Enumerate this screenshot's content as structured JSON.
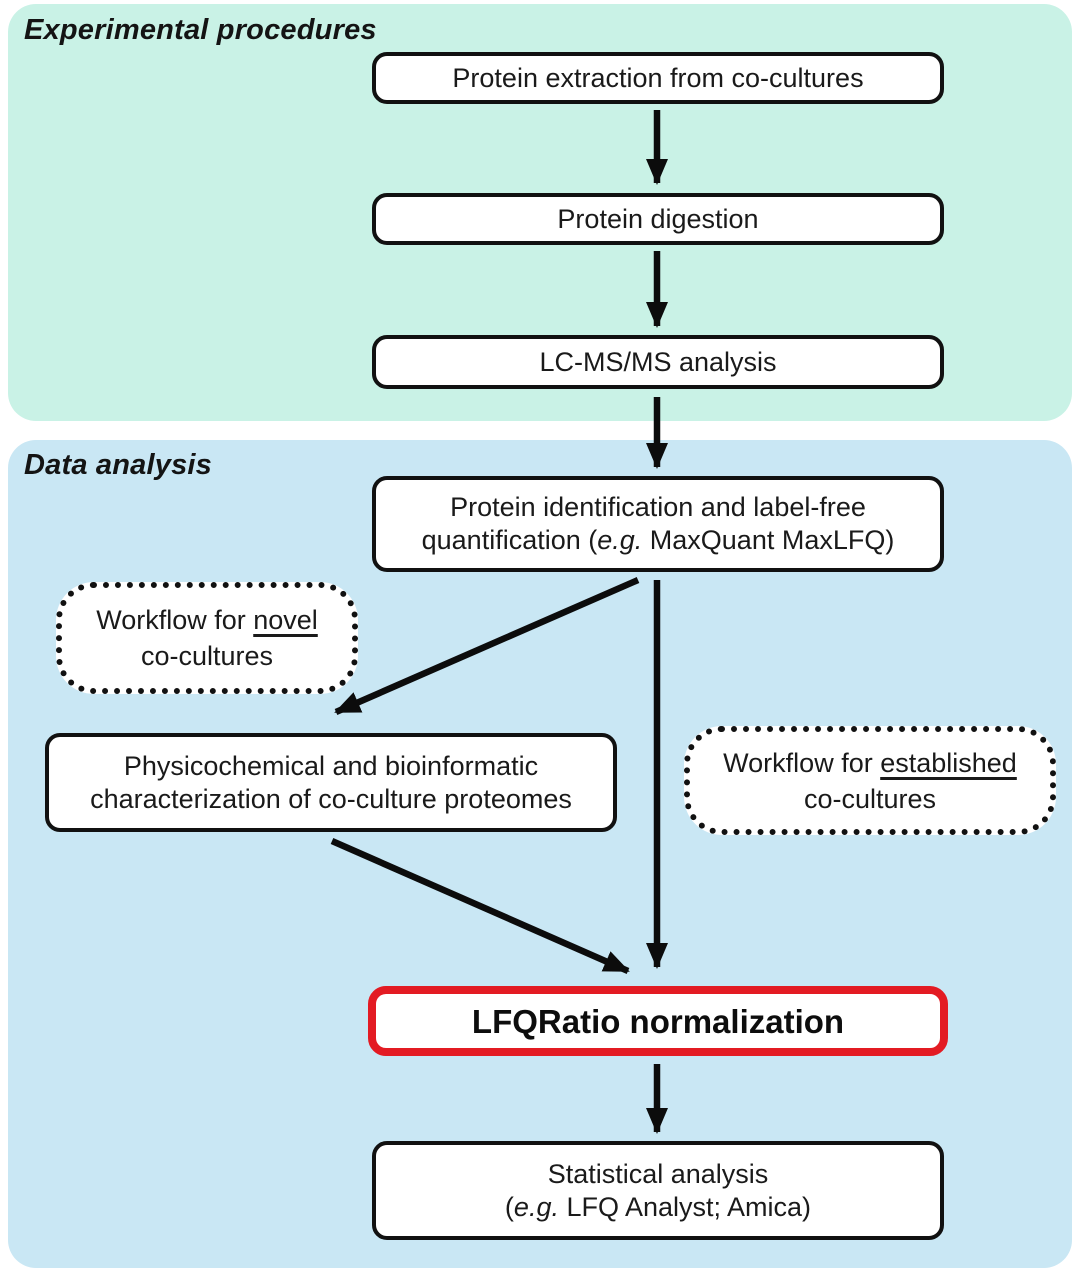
{
  "colors": {
    "experimental_bg": "#c9f2e6",
    "data_analysis_bg": "#c9e7f4",
    "box_border": "#111111",
    "highlight_red": "#e31b23"
  },
  "sections": {
    "experimental": {
      "title": "Experimental procedures"
    },
    "data_analysis": {
      "title": "Data analysis"
    }
  },
  "nodes": {
    "protein_extraction": {
      "label": "Protein extraction from co-cultures"
    },
    "protein_digestion": {
      "label": "Protein digestion"
    },
    "lc_ms_ms": {
      "label": "LC-MS/MS analysis"
    },
    "protein_identification": {
      "line1": "Protein identification and label-free",
      "line2_pre": "quantification (",
      "line2_italic": "e.g.",
      "line2_post": " MaxQuant MaxLFQ)"
    },
    "workflow_novel": {
      "line1_pre": "Workflow for ",
      "line1_underlined": "novel",
      "line2": "co-cultures"
    },
    "physicochemical_characterization": {
      "line1": "Physicochemical and bioinformatic",
      "line2": "characterization of co-culture proteomes"
    },
    "workflow_established": {
      "line1_pre": "Workflow for ",
      "line1_underlined": "established",
      "line2": "co-cultures"
    },
    "lfqratio_normalization": {
      "label": "LFQRatio normalization"
    },
    "statistical_analysis": {
      "line1": "Statistical analysis",
      "line2_pre": "(",
      "line2_italic": "e.g.",
      "line2_post": " LFQ Analyst; Amica)"
    }
  }
}
